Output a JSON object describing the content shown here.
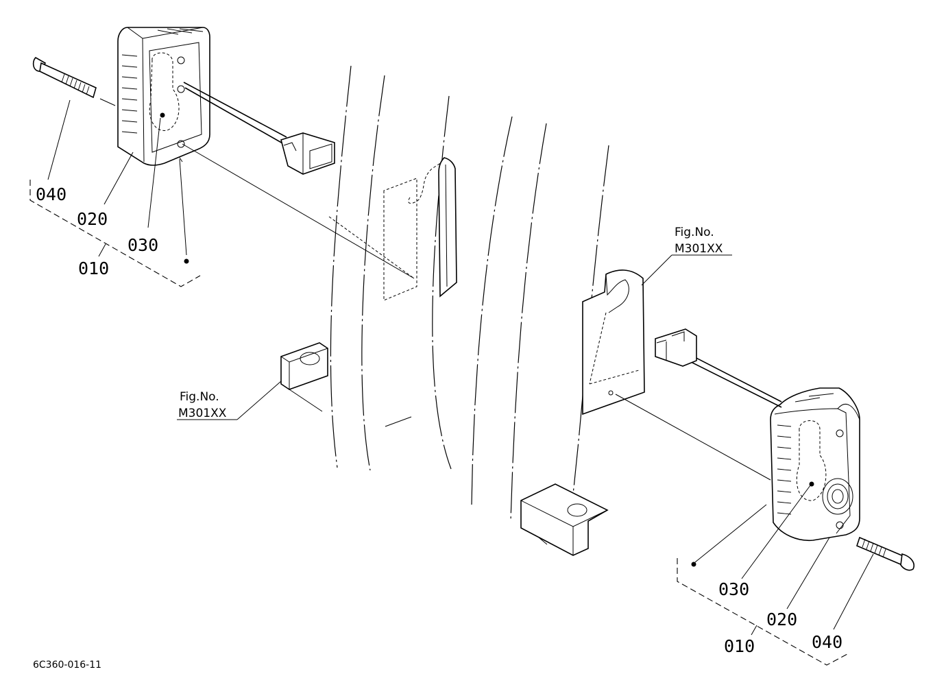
{
  "diagram": {
    "drawing_code": "6C360-016-11",
    "left_assembly": {
      "labels": {
        "screw": "040",
        "lens": "020",
        "bulb": "030",
        "assembly": "010"
      }
    },
    "right_assembly": {
      "labels": {
        "screw": "040",
        "lens": "020",
        "bulb": "030",
        "assembly": "010"
      }
    },
    "references": [
      {
        "line1": "Fig.No.",
        "line2": "M301XX"
      },
      {
        "line1": "Fig.No.",
        "line2": "M301XX"
      }
    ]
  }
}
